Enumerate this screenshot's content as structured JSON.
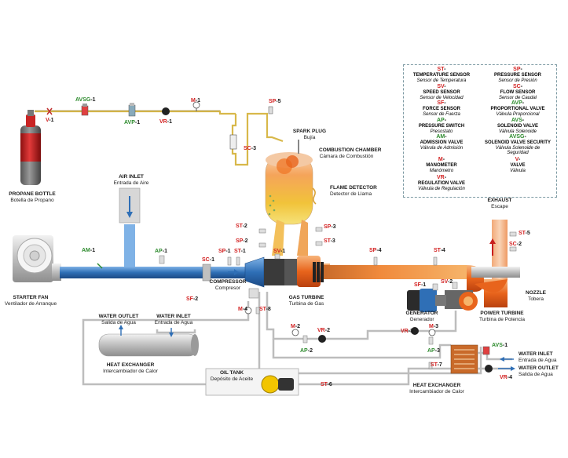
{
  "labels": {
    "propane_bottle": {
      "title": "PROPANE BOTTLE",
      "sub": "Botella de Propano"
    },
    "air_inlet": {
      "title": "AIR INLET",
      "sub": "Entrada de Aire"
    },
    "starter_fan": {
      "title": "STARTER FAN",
      "sub": "Ventilador de Arranque"
    },
    "spark_plug": {
      "title": "SPARK PLUG",
      "sub": "Bujía"
    },
    "combustion_chamber": {
      "title": "COMBUSTION CHAMBER",
      "sub": "Cámara de Combustión"
    },
    "flame_detector": {
      "title": "FLAME DETECTOR",
      "sub": "Detector de Llama"
    },
    "exhaust": {
      "title": "EXHAUST",
      "sub": "Escape"
    },
    "compressor": {
      "title": "COMPRESSOR",
      "sub": "Compresor"
    },
    "gas_turbine": {
      "title": "GAS TURBINE",
      "sub": "Turbina de Gas"
    },
    "generator": {
      "title": "GENERATOR",
      "sub": "Generador"
    },
    "power_turbine": {
      "title": "POWER TURBINE",
      "sub": "Turbina de Potencia"
    },
    "nozzle": {
      "title": "NOZZLE",
      "sub": "Tobera"
    },
    "water_outlet_1": {
      "title": "WATER OUTLET",
      "sub": "Salida de Agua"
    },
    "water_inlet_1": {
      "title": "WATER INLET",
      "sub": "Entrada de Agua"
    },
    "heat_exchanger_1": {
      "title": "HEAT EXCHANGER",
      "sub": "Intercambiador de Calor"
    },
    "oil_tank": {
      "title": "OIL TANK",
      "sub": "Depósito de Aceite"
    },
    "heat_exchanger_2": {
      "title": "HEAT EXCHANGER",
      "sub": "Intercambiador de Calor"
    },
    "water_inlet_2": {
      "title": "WATER INLET",
      "sub": "Entrada de Agua"
    },
    "water_outlet_2": {
      "title": "WATER OUTLET",
      "sub": "Salida de Agua"
    }
  },
  "tags": {
    "v1": {
      "p": "V",
      "r": "-1"
    },
    "avsg1": {
      "p": "AVSG",
      "r": "-1"
    },
    "avp1": {
      "p": "AVP",
      "r": "-1"
    },
    "vr1": {
      "p": "VR",
      "r": "-1"
    },
    "m1": {
      "p": "M",
      "r": "-1"
    },
    "sp5": {
      "p": "SP",
      "r": "-5"
    },
    "sc3": {
      "p": "SC",
      "r": "-3"
    },
    "am1": {
      "p": "AM",
      "r": "-1"
    },
    "ap1": {
      "p": "AP",
      "r": "-1"
    },
    "sc1": {
      "p": "SC",
      "r": "-1"
    },
    "sp1": {
      "p": "SP",
      "r": "-1"
    },
    "st1": {
      "p": "ST",
      "r": "-1"
    },
    "sv1": {
      "p": "SV",
      "r": "-1"
    },
    "st2": {
      "p": "ST",
      "r": "-2"
    },
    "sp2": {
      "p": "SP",
      "r": "-2"
    },
    "sp3": {
      "p": "SP",
      "r": "-3"
    },
    "st3": {
      "p": "ST",
      "r": "-3"
    },
    "sp4": {
      "p": "SP",
      "r": "-4"
    },
    "st4": {
      "p": "ST",
      "r": "-4"
    },
    "sf2": {
      "p": "SF",
      "r": "-2"
    },
    "sf1": {
      "p": "SF",
      "r": "-1"
    },
    "sv2": {
      "p": "SV",
      "r": "-2"
    },
    "st5": {
      "p": "ST",
      "r": "-5"
    },
    "sc2": {
      "p": "SC",
      "r": "-2"
    },
    "m4": {
      "p": "M",
      "r": "-4"
    },
    "st8": {
      "p": "ST",
      "r": "-8"
    },
    "m2": {
      "p": "M",
      "r": "-2"
    },
    "ap2": {
      "p": "AP",
      "r": "-2"
    },
    "vr2": {
      "p": "VR",
      "r": "-2"
    },
    "vr3": {
      "p": "VR",
      "r": "-3"
    },
    "m3": {
      "p": "M",
      "r": "-3"
    },
    "ap3": {
      "p": "AP",
      "r": "-3"
    },
    "st7": {
      "p": "ST",
      "r": "-7"
    },
    "st6": {
      "p": "ST",
      "r": "-6"
    },
    "avs1": {
      "p": "AVS",
      "r": "-1"
    },
    "vr4": {
      "p": "VR",
      "r": "-4"
    }
  },
  "legend": [
    {
      "p": "ST",
      "r": "-",
      "name": "TEMPERATURE SENSOR",
      "sub": "Sensor de Temperatura"
    },
    {
      "p": "SP",
      "r": "-",
      "name": "PRESSURE SENSOR",
      "sub": "Sensor de Presión"
    },
    {
      "p": "SV",
      "r": "-",
      "name": "SPEED SENSOR",
      "sub": "Sensor de Velocidad"
    },
    {
      "p": "SC",
      "r": "-",
      "name": "FLOW SENSOR",
      "sub": "Sensor de Caudal"
    },
    {
      "p": "SF",
      "r": "-",
      "name": "FORCE SENSOR",
      "sub": "Sensor de Fuerza"
    },
    {
      "p": "AVP",
      "r": "-",
      "name": "PROPORTIONAL VALVE",
      "sub": "Válvula Proporcional"
    },
    {
      "p": "AP",
      "r": "-",
      "name": "PRESSURE SWITCH",
      "sub": "Presostato"
    },
    {
      "p": "AVS",
      "r": "-",
      "name": "SOLENOID VALVE",
      "sub": "Válvula Solenoide"
    },
    {
      "p": "AM",
      "r": "-",
      "name": "ADMISSION VALVE",
      "sub": "Válvula de Admisión"
    },
    {
      "p": "AVSG",
      "r": "-",
      "name": "SOLENOID VALVE SECURITY",
      "sub": "Válvula Solenoide de Seguridad"
    },
    {
      "p": "M",
      "r": "-",
      "name": "MANOMETER",
      "sub": "Manómetro"
    },
    {
      "p": "V",
      "r": "-",
      "name": "VALVE",
      "sub": "Válvula"
    },
    {
      "p": "VR",
      "r": "-",
      "name": "REGULATION VALVE",
      "sub": "Válvula de Regulación"
    }
  ],
  "colors": {
    "air_pipe": "#2f6fb6",
    "gas_line": "#d8b84a",
    "hot_pipe": "#e8641c",
    "water_pipe": "#bfbfbf",
    "red_prefix": "#d21f1f",
    "green_prefix": "#2e8b2e"
  }
}
